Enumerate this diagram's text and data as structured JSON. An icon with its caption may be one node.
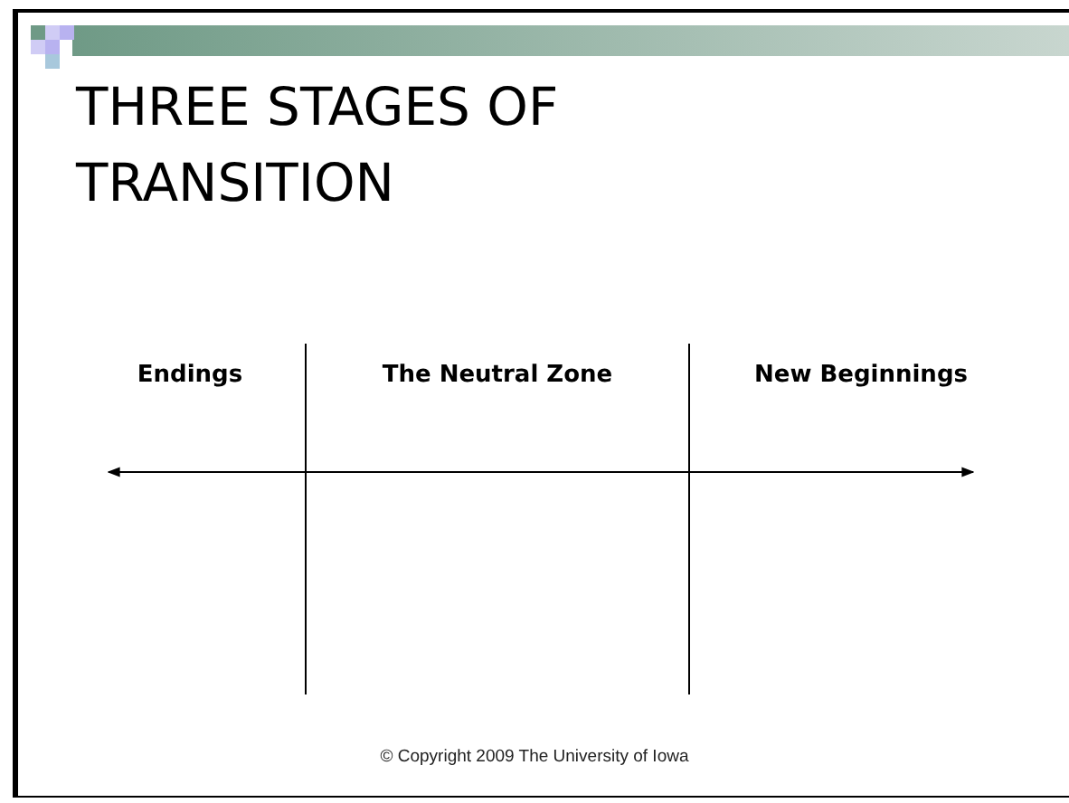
{
  "diagram": {
    "title": "THREE STAGES OF TRANSITION",
    "labels": [
      "Endings",
      "The Neutral Zone",
      "New Beginnings",
      "© Copyright 2009 The University of Iowa"
    ]
  }
}
